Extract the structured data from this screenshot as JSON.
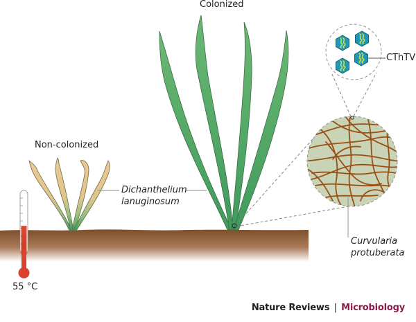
{
  "figure": {
    "labels": {
      "colonized": "Colonized",
      "non_colonized": "Non-colonized",
      "plant_species_line1": "Dichanthelium",
      "plant_species_line2": "lanuginosum",
      "fungus_line1": "Curvularia",
      "fungus_line2": "protuberata",
      "virus": "CThTV",
      "temperature": "55 °C"
    },
    "thermometer": {
      "reading_celsius": 55,
      "fill_fraction": 0.45
    },
    "colors": {
      "healthy_leaf": "#5aae6a",
      "stressed_leaf": "#e6c48f",
      "soil": "#8a5a3a",
      "fungus_hyphae": "#9a4f14",
      "fungus_background": "#c9d3b6",
      "virus_capsid": "#1f97b5",
      "virus_rna": "#c8e04a",
      "thermometer_fill": "#d9432e",
      "journal_accent": "#8c1d4a"
    }
  },
  "footer": {
    "publisher": "Nature Reviews",
    "separator": "|",
    "journal": "Microbiology"
  }
}
